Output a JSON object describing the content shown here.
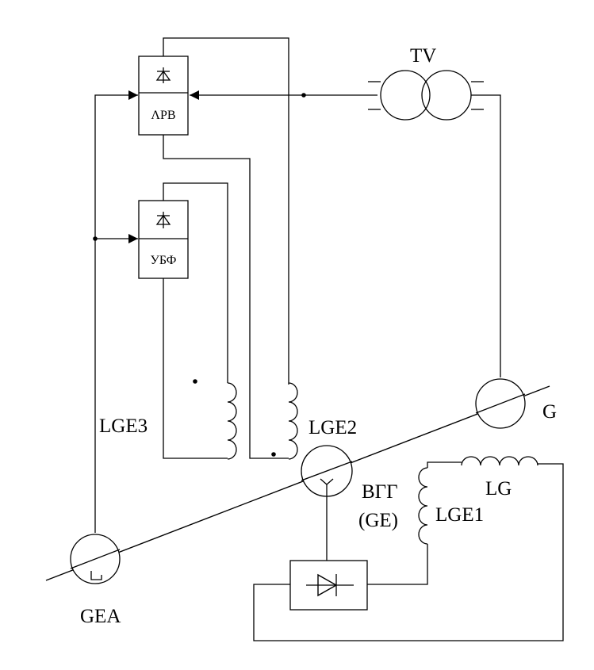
{
  "labels": {
    "tv": "TV",
    "arv": "ΛРВ",
    "ubf": "УБФ",
    "lge3": "LGE3",
    "lge2": "LGE2",
    "g": "G",
    "vgg": "ВГГ",
    "ge": "(GE)",
    "lg": "LG",
    "lge1": "LGE1",
    "gea": "GEA"
  },
  "icons": {
    "rectifier": "diode-icon",
    "transformer": "transformer-icon",
    "machine": "machine-circle-icon",
    "winding": "coil-icon"
  }
}
